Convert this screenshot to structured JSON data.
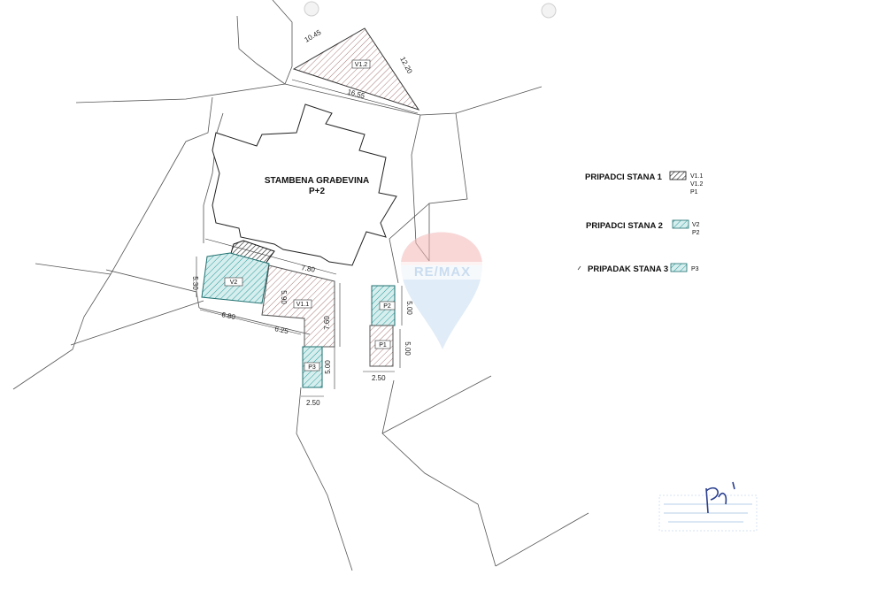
{
  "building": {
    "name": "STAMBENA GRAĐEVINA",
    "floors": "P+2"
  },
  "plots": {
    "v12": "V1.2",
    "v11": "V1.1",
    "v2": "V2",
    "p1": "P1",
    "p2": "P2",
    "p3": "P3"
  },
  "dimensions": {
    "d1045": "10.45",
    "d1220": "12.20",
    "d1655": "16.55",
    "d530": "5.30",
    "d780": "7.80",
    "d590": "5.90",
    "d680": "6.80",
    "d625": "6.25",
    "d760": "7.60",
    "d500a": "5.00",
    "d250a": "2.50",
    "d500b": "5.00",
    "d500c": "5.00",
    "d250b": "2.50"
  },
  "legend": {
    "s1": {
      "label": "PRIPADCI STANA 1",
      "items": [
        "V1.1",
        "V1.2",
        "P1"
      ]
    },
    "s2": {
      "label": "PRIPADCI STANA 2",
      "items": [
        "V2",
        "P2"
      ]
    },
    "s3": {
      "label": "PRIPADAK STANA 3",
      "items": [
        "P3"
      ]
    }
  },
  "watermark": {
    "text": "RE/MAX"
  },
  "colors": {
    "hatch_red": "#a06a6a",
    "hatch_teal": "#2a9a9a",
    "teal_fill": "#cfeaea",
    "line": "#333333",
    "watermark_blue": "#b9d3ee",
    "watermark_red": "#f2b5b5"
  },
  "signature": {
    "text": "pj'i"
  }
}
